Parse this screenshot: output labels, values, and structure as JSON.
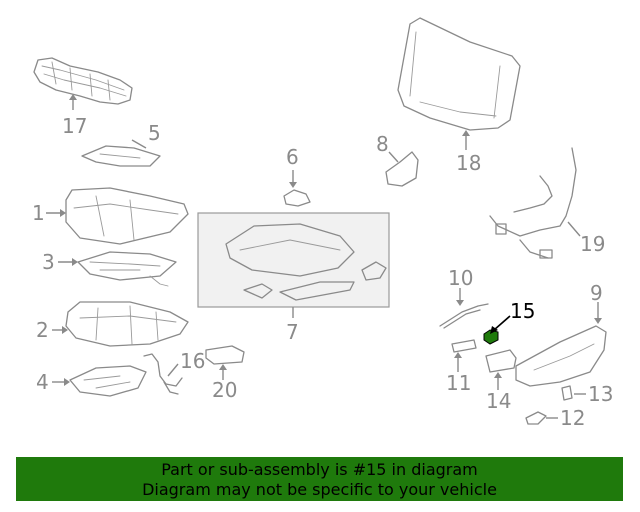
{
  "diagram": {
    "callouts": {
      "c1": "1",
      "c2": "2",
      "c3": "3",
      "c4": "4",
      "c5": "5",
      "c6": "6",
      "c7": "7",
      "c8": "8",
      "c9": "9",
      "c10": "10",
      "c11": "11",
      "c12": "12",
      "c13": "13",
      "c14": "14",
      "c15": "15",
      "c16": "16",
      "c17": "17",
      "c18": "18",
      "c19": "19",
      "c20": "20"
    },
    "highlighted_part": "15",
    "colors": {
      "line": "#8a8a8a",
      "highlight_fill": "#1f7a0c",
      "banner_bg": "#1f7a0c"
    }
  },
  "banner": {
    "line1": "Part or sub-assembly is #15 in diagram",
    "line2": "Diagram may not be specific to your vehicle"
  }
}
